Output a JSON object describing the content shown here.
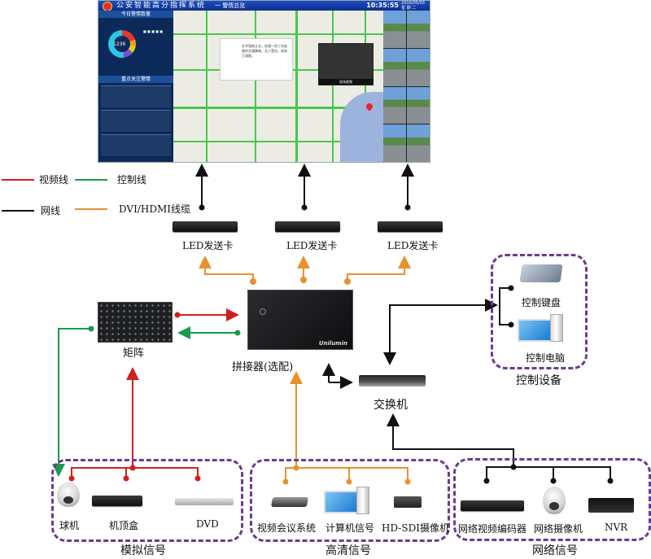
{
  "legend": {
    "items": [
      {
        "label": "视频线",
        "color": "#d21f1f"
      },
      {
        "label": "控制线",
        "color": "#1a9a4e"
      },
      {
        "label": "网线",
        "color": "#111111"
      },
      {
        "label": "DVI/HDMI线缆",
        "color": "#e8912f"
      }
    ]
  },
  "screen": {
    "title": "公安智能高分指挥系统",
    "subtitle": "一 警情总览",
    "clock": "10:35:55",
    "date": "2016/05/03",
    "weekday": "星 期 二",
    "stats_panel_title": "今日警情数量",
    "total_alerts": "1236",
    "focus_panel_title": "重点关注警情",
    "popup_text": "在华强南立交，处理一宗三车追尾的交通事故，无人受伤。现场已清理。",
    "video_popup_label": "现场视频"
  },
  "devices": {
    "led_cards": [
      "LED发送卡",
      "LED发送卡",
      "LED发送卡"
    ],
    "matrix": "矩阵",
    "splicer": "拼接器(选配)",
    "splicer_brand": "Unilumin",
    "switch": "交换机",
    "control_keyboard": "控制键盘",
    "control_pc": "控制电脑"
  },
  "groups": {
    "control": {
      "label": "控制设备"
    },
    "analog": {
      "label": "模拟信号",
      "items": [
        "球机",
        "机顶盒",
        "DVD"
      ]
    },
    "hd": {
      "label": "高清信号",
      "items": [
        "视频会议系统",
        "计算机信号",
        "HD-SDI摄像机"
      ]
    },
    "network": {
      "label": "网络信号",
      "items": [
        "网络视频编码器",
        "网络摄像机",
        "NVR"
      ]
    }
  },
  "colors": {
    "video": "#d21f1f",
    "control": "#1a9a4e",
    "network": "#111111",
    "dvi": "#e8912f",
    "group_border": "#6b3b8f"
  }
}
